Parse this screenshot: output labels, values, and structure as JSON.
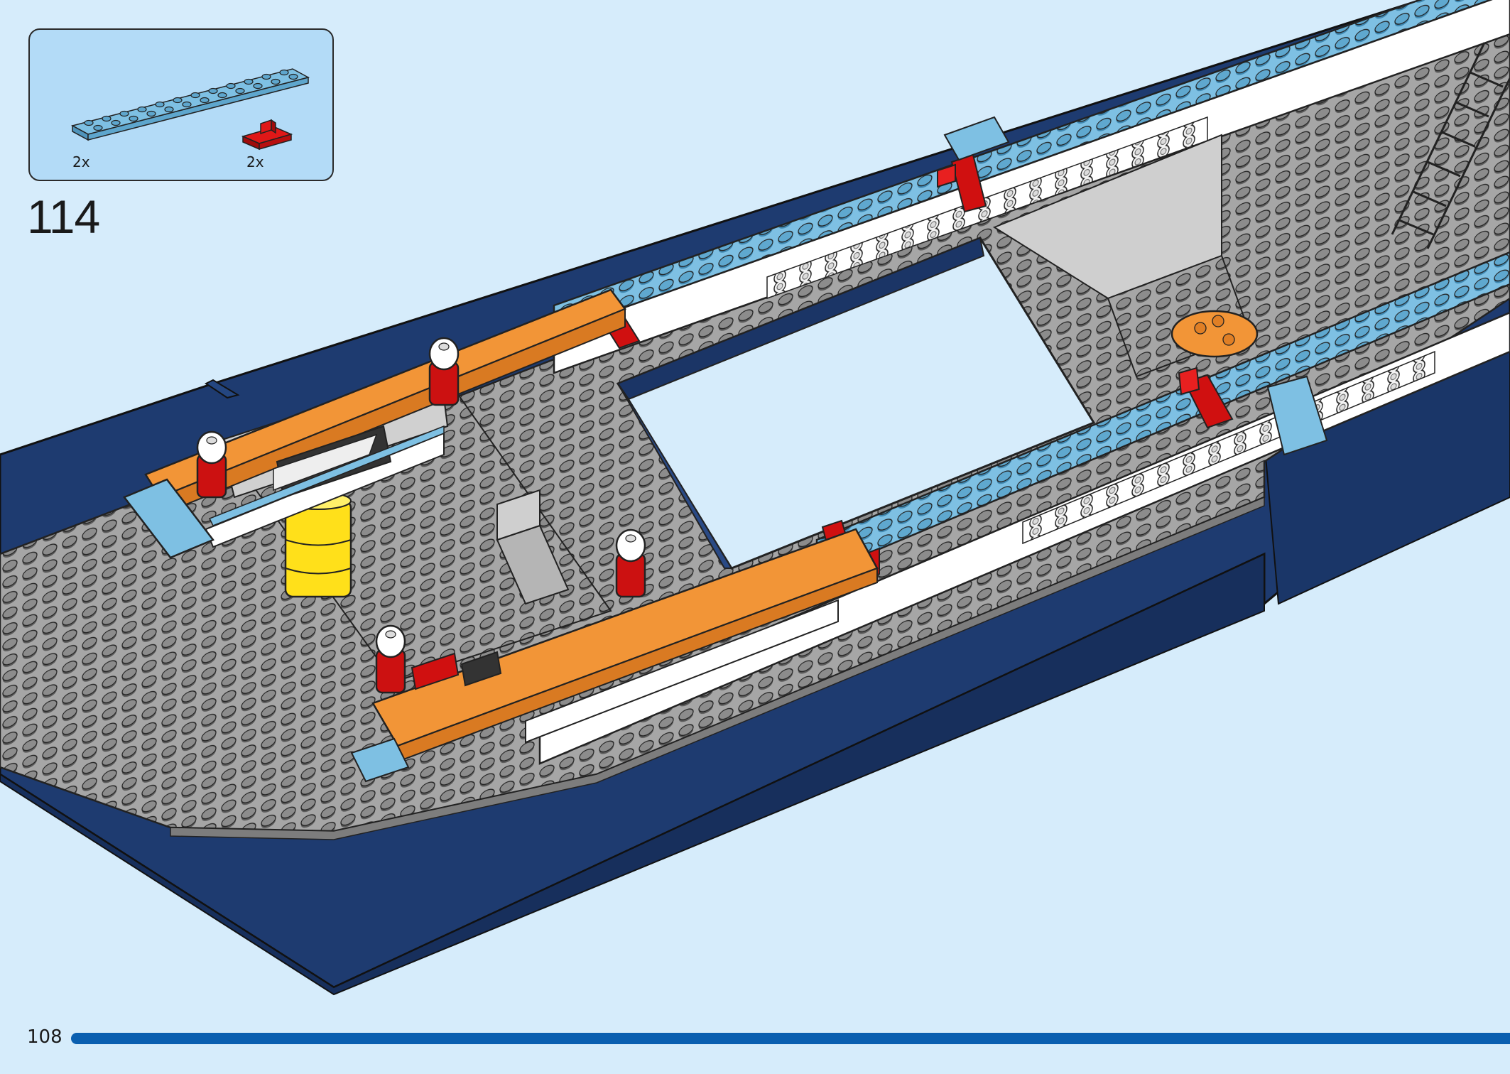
{
  "page": {
    "number": "108",
    "step": "114",
    "background_color": "#d6ecfb",
    "accent_color": "#0a5fb0"
  },
  "parts_callout": {
    "items": [
      {
        "part": "light-blue-plate-1x12",
        "color": "#6fb4d8",
        "quantity": "2x"
      },
      {
        "part": "red-clip-plate-1x2",
        "color": "#d01010",
        "quantity": "2x"
      }
    ]
  },
  "illustration": {
    "subject": "boat-hull-assembly",
    "colors": {
      "hull": "#1e3b70",
      "deck": "#9e9e9e",
      "trim_light_blue": "#6fb4d8",
      "trim_white": "#ffffff",
      "orange": "#f29537",
      "red": "#cc1111",
      "yellow": "#ffe01a"
    }
  }
}
